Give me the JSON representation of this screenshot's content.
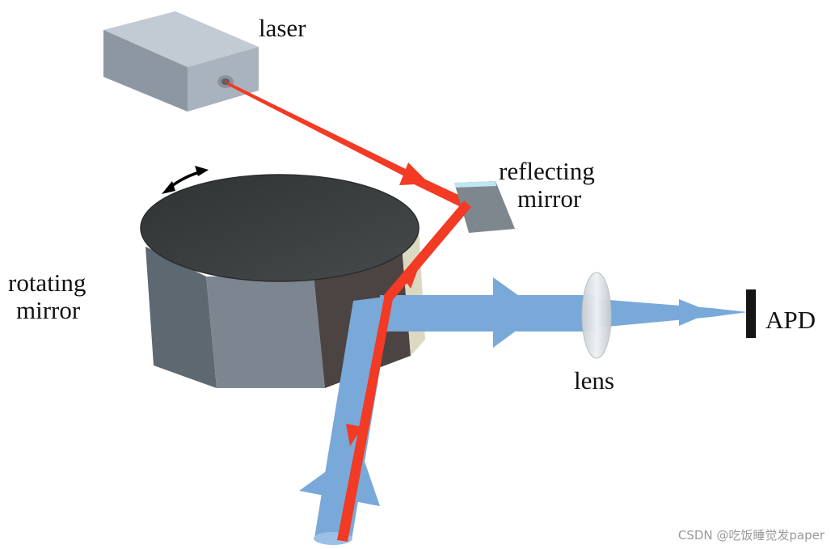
{
  "labels": {
    "laser": "laser",
    "reflecting_mirror_line1": "reflecting",
    "reflecting_mirror_line2": "mirror",
    "rotating_mirror_line1": "rotating",
    "rotating_mirror_line2": "mirror",
    "lens": "lens",
    "apd": "APD"
  },
  "watermark": "CSDN @吃饭睡觉发paper",
  "colors": {
    "laser_beam": "#f23a24",
    "return_beam": "#78a9d9",
    "laser_body": "#a3afbd",
    "rotating_mirror_top": "#3a3e3f",
    "rotating_mirror_side": "#6c7680",
    "apd": "#151515"
  },
  "icons": {
    "rotation": "curved-double-arrow-icon"
  }
}
